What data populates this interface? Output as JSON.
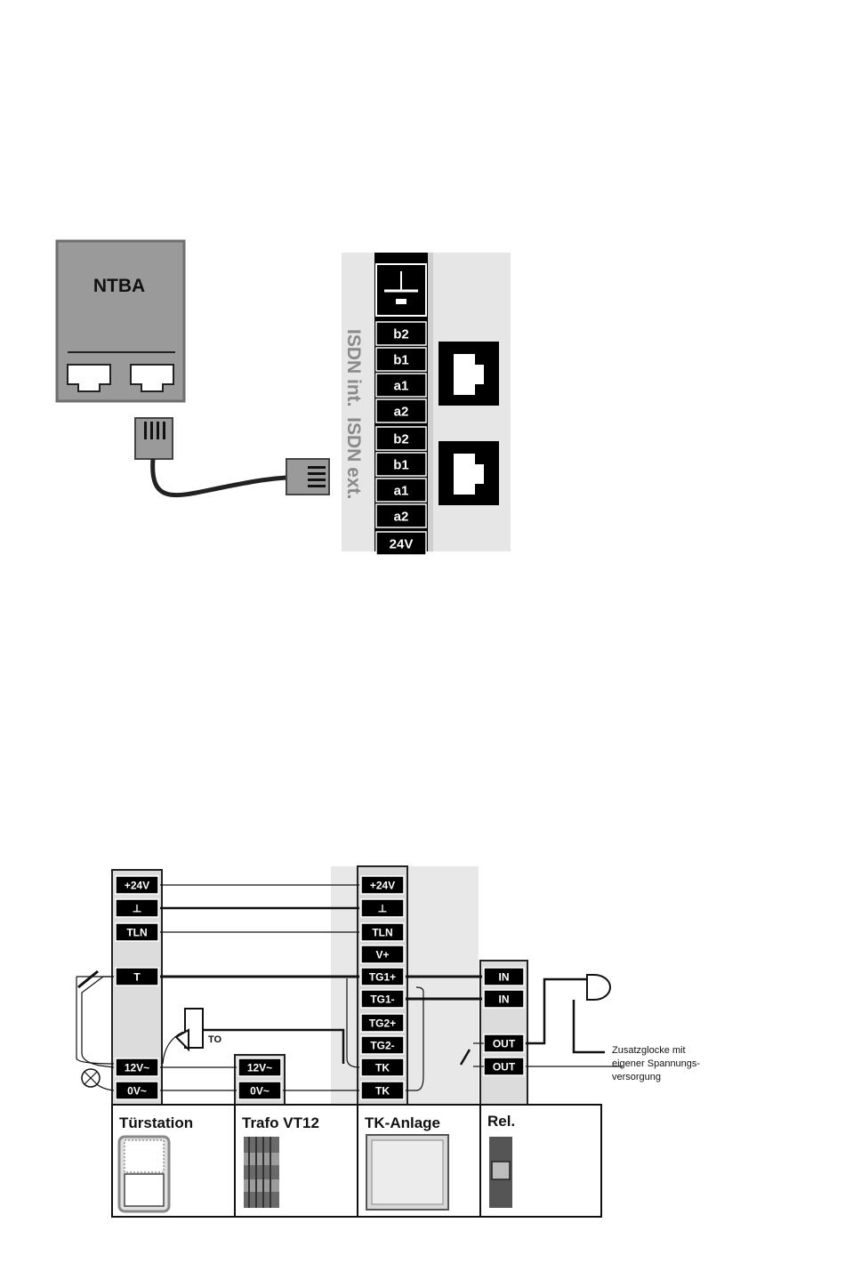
{
  "diagram_top": {
    "ntba_label": "NTBA",
    "side_label": "ISDN int.  ISDN ext.",
    "terminals": [
      "b2",
      "b1",
      "a1",
      "a2",
      "b2",
      "b1",
      "a1",
      "a2",
      "24V"
    ]
  },
  "diagram_bottom": {
    "tuerstation_terminals": [
      "+24V",
      "⊥",
      "TLN",
      "T",
      "12V~",
      "0V~"
    ],
    "trafo_terminals": [
      "12V~",
      "0V~"
    ],
    "tk_terminals": [
      "+24V",
      "⊥",
      "TLN",
      "V+",
      "TG1+",
      "TG1-",
      "TG2+",
      "TG2-",
      "TK",
      "TK"
    ],
    "relay_terminals": [
      "IN",
      "IN",
      "OUT",
      "OUT"
    ],
    "to_label": "TO",
    "note_lines": [
      "Zusatzglocke mit",
      "eigener Spannungs-",
      "versorgung"
    ],
    "boxes": [
      "Türstation",
      "Trafo VT12",
      "TK-Anlage",
      "Rel."
    ]
  }
}
